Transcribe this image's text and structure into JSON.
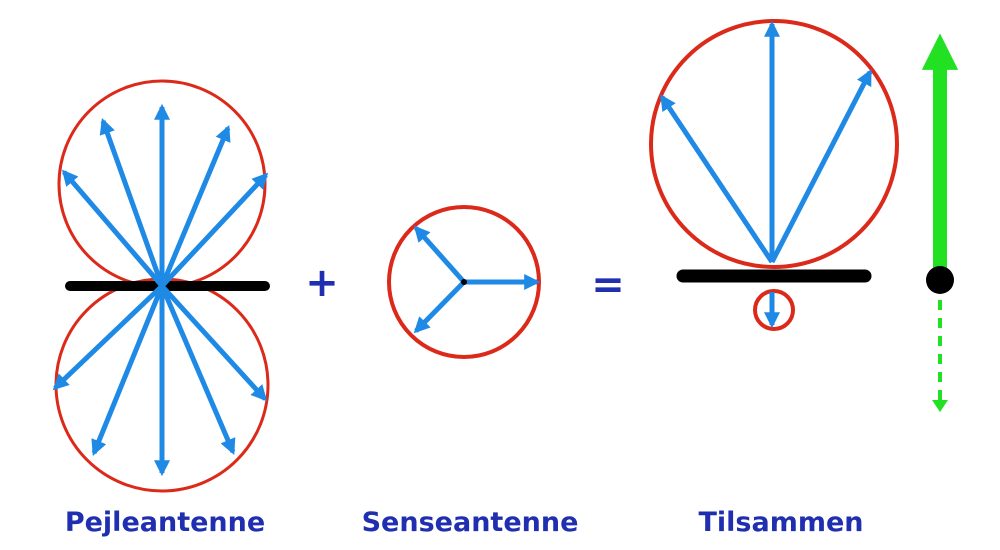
{
  "labels": {
    "pejleantenne": "Pejleantenne",
    "senseantenne": "Senseantenne",
    "tilsammen": "Tilsammen"
  },
  "operators": {
    "plus": "+",
    "equals": "="
  },
  "colors": {
    "pattern_outline": "#dc2a1a",
    "arrow": "#1f8ae6",
    "antenna": "#000000",
    "result_arrow": "#22e022",
    "label_text": "#1f2fb0"
  }
}
